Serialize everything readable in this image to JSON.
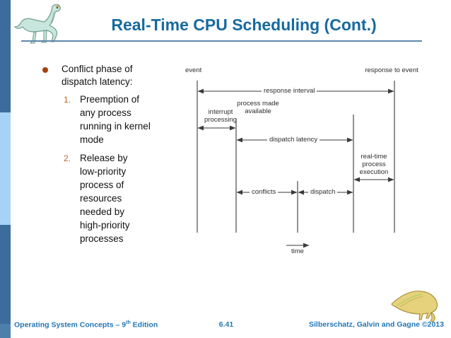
{
  "slide": {
    "title": "Real-Time CPU Scheduling (Cont.)"
  },
  "content": {
    "bullet_text": "Conflict phase of\ndispatch latency:",
    "items": [
      {
        "num": "1.",
        "text": "Preemption of\nany process\nrunning in kernel\nmode"
      },
      {
        "num": "2.",
        "text": "Release by\nlow-priority\nprocess of\nresources\nneeded by\nhigh-priority\nprocesses"
      }
    ]
  },
  "diagram": {
    "labels": {
      "event": "event",
      "response_to_event": "response to event",
      "response_interval": "response interval",
      "process_made_available": "process made\navailable",
      "interrupt_processing": "interrupt\nprocessing",
      "dispatch_latency": "dispatch latency",
      "real_time_process_execution": "real-time\nprocess\nexecution",
      "conflicts": "conflicts",
      "dispatch": "dispatch",
      "time": "time"
    }
  },
  "footer": {
    "left_prefix": "Operating System Concepts – 9",
    "left_sup": "th",
    "left_suffix": " Edition",
    "page": "6.41",
    "right": "Silberschatz, Galvin and Gagne ©2013"
  },
  "colors": {
    "title_blue": "#176a9e",
    "footer_blue": "#2377b5",
    "sidebar_dark": "#3c6c9c",
    "sidebar_light": "#a6d2f8",
    "bullet_dot": "#a8400e",
    "number_orange": "#c0622c",
    "diagram_line": "#3a3a3a"
  }
}
